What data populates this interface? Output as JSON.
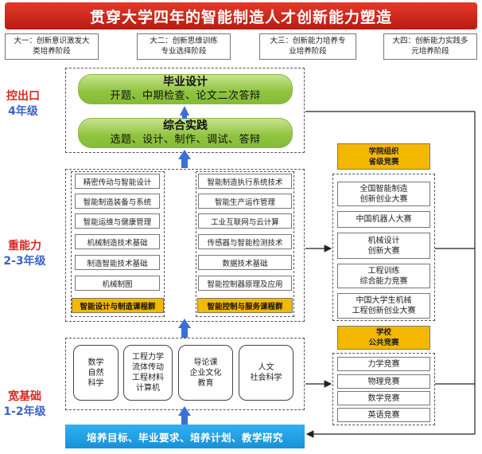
{
  "title": "贯穿大学四年的智能制造人才创新能力塑造",
  "stages": [
    {
      "line1": "大一：创新意识激发大",
      "line2": "类培养阶段"
    },
    {
      "line1": "大二：创新思维训练",
      "line2": "专业选择阶段"
    },
    {
      "line1": "大三：创新能力培养专",
      "line2": "业培养阶段"
    },
    {
      "line1": "大四：创新能力实践多",
      "line2": "元培养阶段"
    }
  ],
  "levels": [
    {
      "name": "控出口",
      "grade": "4年级"
    },
    {
      "name": "重能力",
      "grade": "2-3年级"
    },
    {
      "name": "宽基础",
      "grade": "1-2年级"
    }
  ],
  "top": [
    {
      "title": "毕业设计",
      "body": "开题、中期检查、论文二次答辩"
    },
    {
      "title": "综合实践",
      "body": "选题、设计、制作、调试、答辩"
    }
  ],
  "left_courses": [
    "精密传动与智能设计",
    "智能制造装备与系统",
    "智能运维与健康管理",
    "机械制造技术基础",
    "制造智能技术基础",
    "机械制图"
  ],
  "left_group": "智能设计与制造课程群",
  "right_courses": [
    "智能制造执行系统技术",
    "智能生产运作管理",
    "工业互联网与云计算",
    "传感器与智能检测技术",
    "数据技术基础",
    "智能控制器原理及应用"
  ],
  "right_group": "智能控制与服务课程群",
  "foundation": [
    {
      "lines": [
        "数学",
        "自然",
        "科学"
      ]
    },
    {
      "lines": [
        "工程力学",
        "流体传动",
        "工程材料",
        "计算机"
      ]
    },
    {
      "lines": [
        "导论课",
        "企业文化",
        "教育"
      ]
    },
    {
      "lines": [
        "人文",
        "社会科学"
      ]
    }
  ],
  "bottom_bar": "培养目标、毕业要求、培养计划、教学研究",
  "college_header": {
    "line1": "学院组织",
    "line2": "省级竞赛"
  },
  "college_comps": [
    {
      "line1": "全国智能制造",
      "line2": "创新创业大赛"
    },
    {
      "line1": "中国机器人大赛",
      "line2": ""
    },
    {
      "line1": "机械设计",
      "line2": "创新大赛"
    },
    {
      "line1": "工程训练",
      "line2": "综合能力竞赛"
    },
    {
      "line1": "中国大学生机械",
      "line2": "工程创新创业大赛"
    }
  ],
  "school_header": {
    "line1": "学校",
    "line2": "公共竞赛"
  },
  "school_comps": [
    "力学竞赛",
    "物理竞赛",
    "数学竞赛",
    "英语竞赛"
  ],
  "colors": {
    "banner": "#c8241a",
    "gold": "#f5b800",
    "green": "#8fc43f",
    "blue_arrow": "#3b6fd6",
    "bar": "#1c9be0"
  }
}
